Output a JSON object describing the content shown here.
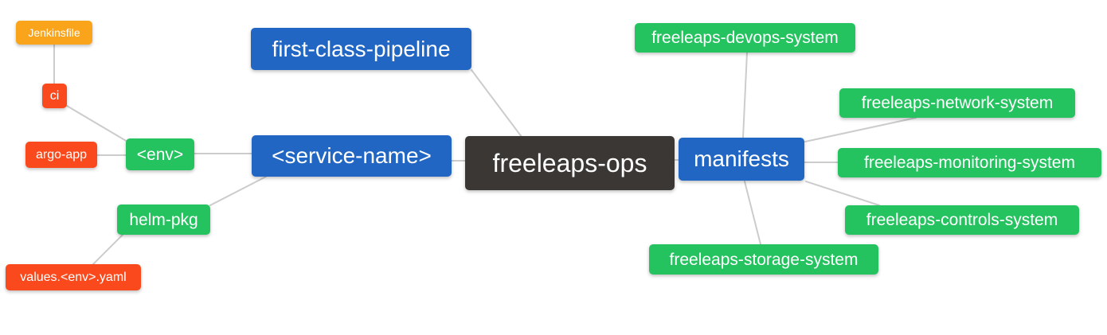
{
  "diagram": {
    "type": "mindmap",
    "root": "freeleaps_ops",
    "colors": {
      "root_dark": "#3B3735",
      "level1_blue": "#2166C2",
      "level2_green": "#25C360",
      "level3_red_orange": "#FA4A1D",
      "level4_orange": "#FAA41B",
      "connector_gray": "#CCCCCC",
      "node_text": "#FFFFFF",
      "background": "#FFFFFF"
    }
  },
  "nodes": {
    "jenkinsfile": {
      "label": "Jenkinsfile",
      "color": "#FAA41B",
      "level": 4
    },
    "ci": {
      "label": "ci",
      "color": "#FA4A1D",
      "level": 3
    },
    "argo_app": {
      "label": "argo-app",
      "color": "#FA4A1D",
      "level": 3
    },
    "env": {
      "label": "<env>",
      "color": "#25C360",
      "level": 2
    },
    "helm_pkg": {
      "label": "helm-pkg",
      "color": "#25C360",
      "level": 2
    },
    "values_env_yaml": {
      "label": "values.<env>.yaml",
      "color": "#FA4A1D",
      "level": 3
    },
    "first_class_pipeline": {
      "label": "first-class-pipeline",
      "color": "#2166C2",
      "level": 1
    },
    "service_name": {
      "label": "<service-name>",
      "color": "#2166C2",
      "level": 1
    },
    "freeleaps_ops": {
      "label": "freeleaps-ops",
      "color": "#3B3735",
      "level": 0
    },
    "manifests": {
      "label": "manifests",
      "color": "#2166C2",
      "level": 1
    },
    "devops_system": {
      "label": "freeleaps-devops-system",
      "color": "#25C360",
      "level": 2
    },
    "network_system": {
      "label": "freeleaps-network-system",
      "color": "#25C360",
      "level": 2
    },
    "monitoring_system": {
      "label": "freeleaps-monitoring-system",
      "color": "#25C360",
      "level": 2
    },
    "controls_system": {
      "label": "freeleaps-controls-system",
      "color": "#25C360",
      "level": 2
    },
    "storage_system": {
      "label": "freeleaps-storage-system",
      "color": "#25C360",
      "level": 2
    }
  },
  "edges": [
    {
      "from": "ci",
      "to": "jenkinsfile"
    },
    {
      "from": "env",
      "to": "ci"
    },
    {
      "from": "env",
      "to": "argo_app"
    },
    {
      "from": "service_name",
      "to": "env"
    },
    {
      "from": "service_name",
      "to": "helm_pkg"
    },
    {
      "from": "helm_pkg",
      "to": "values_env_yaml"
    },
    {
      "from": "freeleaps_ops",
      "to": "first_class_pipeline"
    },
    {
      "from": "freeleaps_ops",
      "to": "service_name"
    },
    {
      "from": "freeleaps_ops",
      "to": "manifests"
    },
    {
      "from": "manifests",
      "to": "devops_system"
    },
    {
      "from": "manifests",
      "to": "network_system"
    },
    {
      "from": "manifests",
      "to": "monitoring_system"
    },
    {
      "from": "manifests",
      "to": "controls_system"
    },
    {
      "from": "manifests",
      "to": "storage_system"
    }
  ]
}
